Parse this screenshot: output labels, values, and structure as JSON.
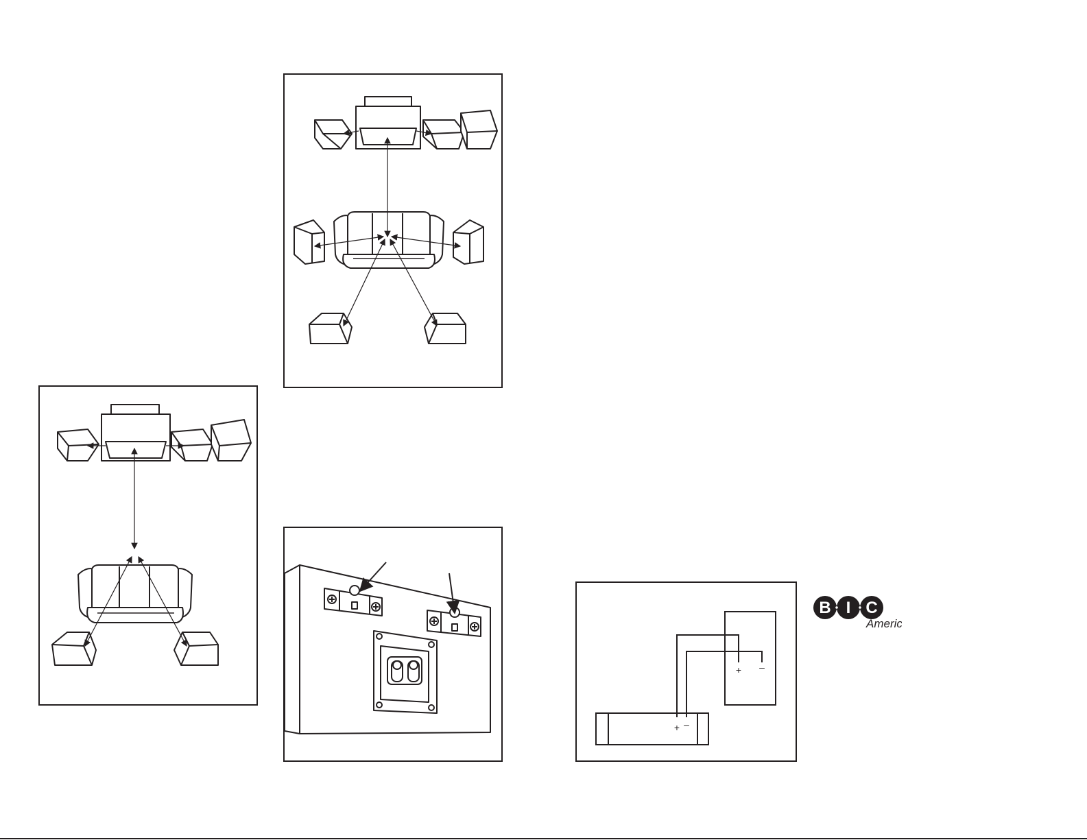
{
  "logo": {
    "letters": [
      "B",
      "I",
      "C"
    ],
    "wordmark": "America"
  },
  "wiring": {
    "plus": "+",
    "minus": "–"
  },
  "colors": {
    "ink": "#231f20",
    "paper": "#ffffff"
  }
}
